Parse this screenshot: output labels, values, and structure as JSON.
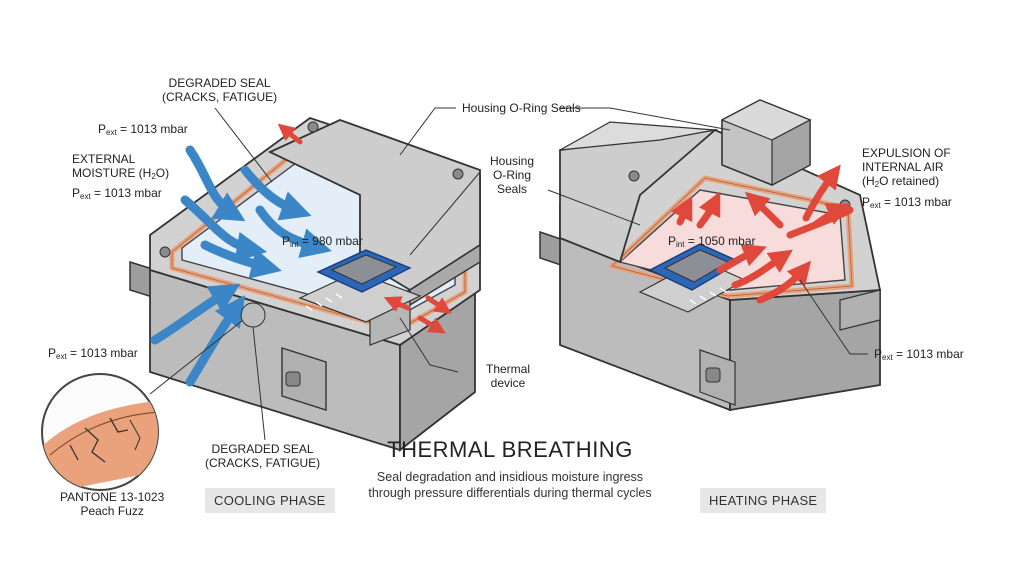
{
  "diagram": {
    "title": "THERMAL BREATHING",
    "subtitle": "Seal degradation and insidious moisture ingress through pressure differentials during thermal cycles",
    "cooling": {
      "phase_label": "COOLING PHASE",
      "seal_top": [
        "DEGRADED SEAL",
        "(CRACKS, FATIGUE)"
      ],
      "seal_bottom": [
        "DEGRADED SEAL",
        "(CRACKS, FATIGUE)"
      ],
      "moisture": [
        "EXTERNAL",
        "MOISTURE (H",
        "2",
        "O)"
      ],
      "p_ext_a": {
        "p": "P",
        "sub": "ext",
        "rest": " = 1013 mbar"
      },
      "p_ext_b": {
        "p": "P",
        "sub": "ext",
        "rest": " = 1013 mbar"
      },
      "p_ext_c": {
        "p": "P",
        "sub": "ext",
        "rest": " = 1013 mbar"
      },
      "p_int": {
        "p": "P",
        "sub": "int",
        "rest": " = 980 mbar"
      },
      "pantone": [
        "PANTONE 13-1023",
        "Peach Fuzz"
      ]
    },
    "center": {
      "oring_top": "Housing O-Ring Seals",
      "oring_mid": [
        "Housing",
        "O-Ring",
        "Seals"
      ],
      "thermal": [
        "Thermal",
        "device"
      ]
    },
    "heating": {
      "phase_label": "HEATING PHASE",
      "expulsion": [
        "EXPULSION OF",
        "INTERNAL AIR",
        "(H",
        "2",
        "O retained)"
      ],
      "p_ext_a": {
        "p": "P",
        "sub": "ext",
        "rest": " = 1013 mbar"
      },
      "p_ext_b": {
        "p": "P",
        "sub": "ext",
        "rest": " = 1013 mbar"
      },
      "p_int": {
        "p": "P",
        "sub": "int",
        "rest": " = 1050 mbar"
      }
    },
    "colors": {
      "housing_top": "#d2d2d2",
      "housing_side": "#a9a9a9",
      "housing_front": "#bcbcbc",
      "seal": "#e9a27c",
      "inflow": "#3b86c6",
      "outflow": "#e0483c",
      "chip": "#2c66b8",
      "cool_interior": "#e3eef8",
      "hot_interior": "#f8dcdc"
    }
  }
}
